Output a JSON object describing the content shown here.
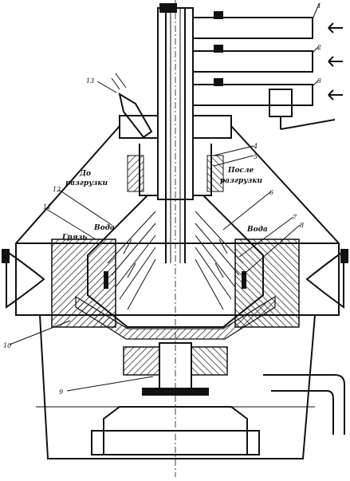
{
  "diagram": {
    "labels": {
      "before_unloading": [
        "До",
        "разгрузки"
      ],
      "after_unloading": [
        "После",
        "разгрузки"
      ],
      "water_left": "Вода",
      "water_right": "Вода",
      "dirt": "Грязь"
    },
    "numbers": {
      "n1": "1",
      "n2": "2",
      "n3": "3",
      "n4": "4",
      "n5": "5",
      "n6": "6",
      "n7": "7",
      "n8": "8",
      "n9": "9",
      "n10": "10",
      "n11": "11",
      "n12": "12",
      "n13": "13"
    }
  }
}
